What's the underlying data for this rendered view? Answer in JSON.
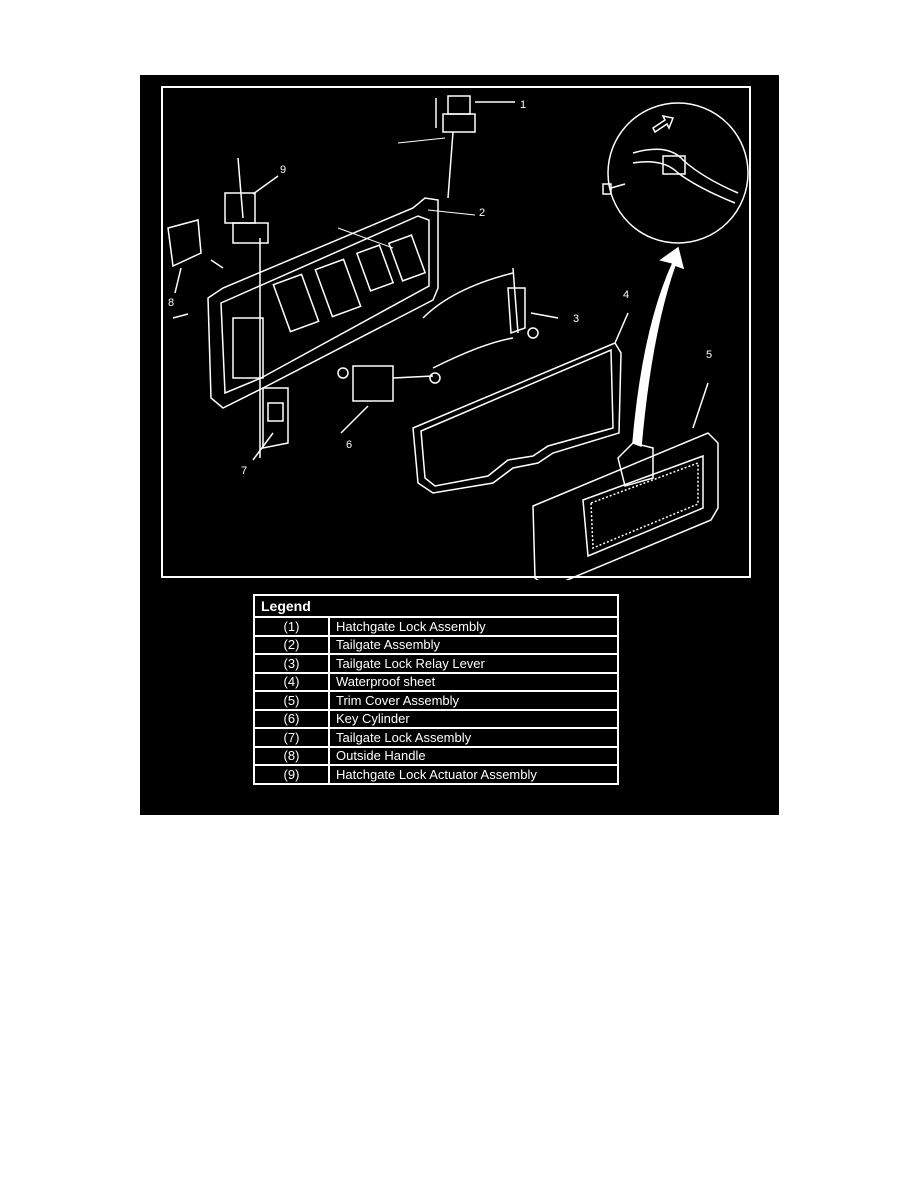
{
  "diagram": {
    "callouts": [
      "1",
      "2",
      "3",
      "4",
      "5",
      "6",
      "7",
      "8",
      "9"
    ]
  },
  "legend": {
    "title": "Legend",
    "rows": [
      {
        "num": "(1)",
        "label": "Hatchgate Lock Assembly"
      },
      {
        "num": "(2)",
        "label": "Tailgate Assembly"
      },
      {
        "num": "(3)",
        "label": "Tailgate Lock Relay Lever"
      },
      {
        "num": "(4)",
        "label": "Waterproof sheet"
      },
      {
        "num": "(5)",
        "label": "Trim Cover Assembly"
      },
      {
        "num": "(6)",
        "label": "Key Cylinder"
      },
      {
        "num": "(7)",
        "label": "Tailgate Lock Assembly"
      },
      {
        "num": "(8)",
        "label": "Outside Handle"
      },
      {
        "num": "(9)",
        "label": "Hatchgate Lock Actuator Assembly"
      }
    ]
  }
}
